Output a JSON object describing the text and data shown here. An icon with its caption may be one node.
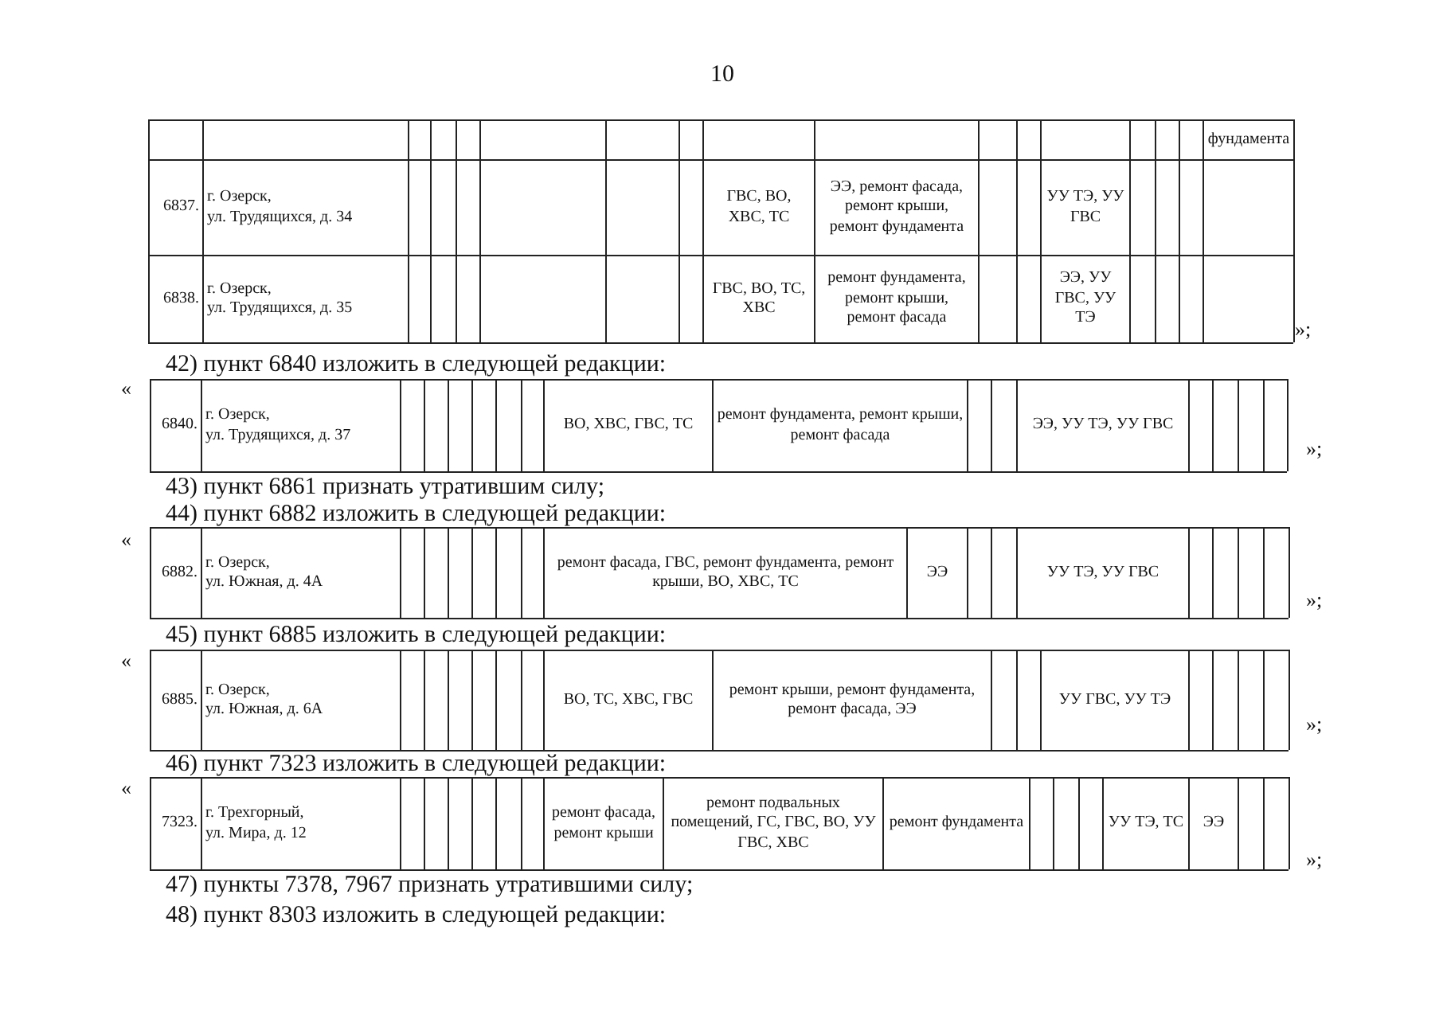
{
  "diagram": {
    "labels": [
      "10",
      "фундамента",
      "6837.",
      "г. Озерск, ул. Трудящихся, д. 34",
      "ГВС, ВО, ХВС, ТС",
      "ЭЭ, ремонт фасада, ремонт крыши, ремонт фундамента",
      "УУ ТЭ, УУ ГВС",
      "6838.",
      "г. Озерск, ул. Трудящихся, д. 35",
      "ГВС, ВО, ТС, ХВС",
      "ремонт фундамента, ремонт крыши, ремонт фасада",
      "ЭЭ, УУ ГВС, УУ ТЭ",
      "»;",
      "42) пункт 6840 изложить в следующей редакции:",
      "«",
      "6840.",
      "г. Озерск, ул. Трудящихся, д. 37",
      "ВО, ХВС, ГВС, ТС",
      "ремонт фундамента, ремонт крыши, ремонт фасада",
      "ЭЭ, УУ ТЭ, УУ ГВС",
      "»;",
      "43) пункт 6861 признать утратившим силу;",
      "44) пункт 6882 изложить в следующей редакции:",
      "«",
      "6882.",
      "г. Озерск, ул. Южная, д. 4А",
      "ремонт фасада, ГВС, ремонт фундамента, ремонт крыши, ВО, ХВС, ТС",
      "ЭЭ",
      "УУ ТЭ, УУ ГВС",
      "»;",
      "45) пункт 6885 изложить в следующей редакции:",
      "«",
      "6885.",
      "г. Озерск, ул. Южная, д. 6А",
      "ВО, ТС, ХВС, ГВС",
      "ремонт крыши, ремонт фундамента, ремонт фасада, ЭЭ",
      "УУ ГВС, УУ ТЭ",
      "»;",
      "46) пункт 7323 изложить в следующей редакции:",
      "«",
      "7323.",
      "г. Трехгорный, ул. Мира, д. 12",
      "ремонт фасада, ремонт крыши",
      "ремонт подвальных помещений, ГС, ГВС, ВО, УУ ГВС, ХВС",
      "ремонт фундамента",
      "УУ ТЭ, ТС",
      "ЭЭ",
      "»;",
      "47) пункты 7378, 7967 признать утратившими силу;",
      "48) пункт 8303 изложить в следующей редакции:"
    ]
  }
}
